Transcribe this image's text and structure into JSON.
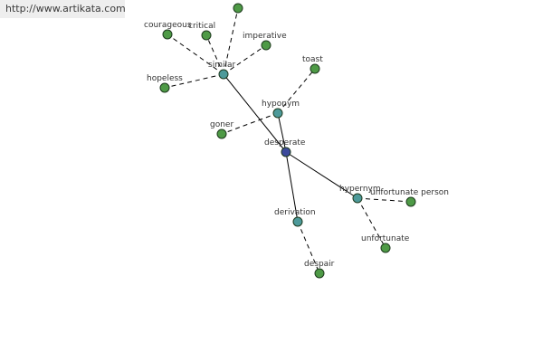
{
  "site": {
    "url": "http://www.artikata.com"
  },
  "graph": {
    "colors": {
      "root_node": "#3c4a9c",
      "relation_node": "#4d9a9a",
      "word_node": "#4e9a46",
      "node_stroke": "#1e3a1e",
      "edge": "#000000"
    },
    "nodes": [
      {
        "id": "desperate",
        "label": "desperate",
        "kind": "root"
      },
      {
        "id": "similar",
        "label": "similar",
        "kind": "relation"
      },
      {
        "id": "hyponym",
        "label": "hyponym",
        "kind": "relation"
      },
      {
        "id": "hypernym",
        "label": "hypernym",
        "kind": "relation"
      },
      {
        "id": "derivation",
        "label": "derivation",
        "kind": "relation"
      },
      {
        "id": "top_word",
        "label": "",
        "kind": "word"
      },
      {
        "id": "courageous",
        "label": "courageous",
        "kind": "word"
      },
      {
        "id": "critical",
        "label": "critical",
        "kind": "word"
      },
      {
        "id": "imperative",
        "label": "imperative",
        "kind": "word"
      },
      {
        "id": "hopeless",
        "label": "hopeless",
        "kind": "word"
      },
      {
        "id": "toast",
        "label": "toast",
        "kind": "word"
      },
      {
        "id": "goner",
        "label": "goner",
        "kind": "word"
      },
      {
        "id": "unf_person",
        "label": "unfortunate person",
        "kind": "word"
      },
      {
        "id": "unfortunate",
        "label": "unfortunate",
        "kind": "word"
      },
      {
        "id": "despair",
        "label": "despair",
        "kind": "word"
      }
    ],
    "edges": [
      {
        "from": "desperate",
        "to": "similar",
        "style": "solid"
      },
      {
        "from": "desperate",
        "to": "hyponym",
        "style": "solid"
      },
      {
        "from": "desperate",
        "to": "hypernym",
        "style": "solid"
      },
      {
        "from": "desperate",
        "to": "derivation",
        "style": "solid"
      },
      {
        "from": "similar",
        "to": "top_word",
        "style": "dashed"
      },
      {
        "from": "similar",
        "to": "courageous",
        "style": "dashed"
      },
      {
        "from": "similar",
        "to": "critical",
        "style": "dashed"
      },
      {
        "from": "similar",
        "to": "imperative",
        "style": "dashed"
      },
      {
        "from": "similar",
        "to": "hopeless",
        "style": "dashed"
      },
      {
        "from": "hyponym",
        "to": "toast",
        "style": "dashed"
      },
      {
        "from": "hyponym",
        "to": "goner",
        "style": "dashed"
      },
      {
        "from": "hypernym",
        "to": "unf_person",
        "style": "dashed"
      },
      {
        "from": "hypernym",
        "to": "unfortunate",
        "style": "dashed"
      },
      {
        "from": "derivation",
        "to": "despair",
        "style": "dashed"
      }
    ]
  }
}
